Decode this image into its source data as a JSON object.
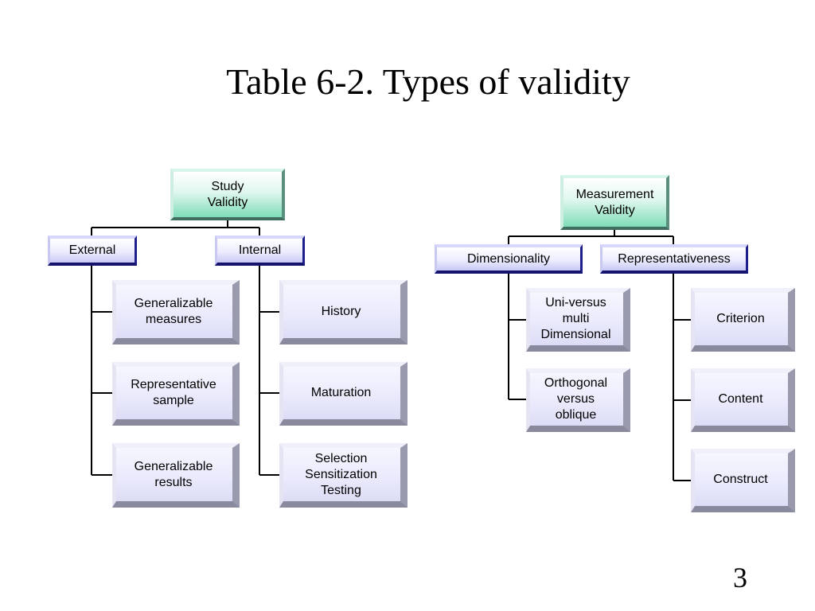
{
  "title": "Table 6-2. Types of validity",
  "slide_number": "3",
  "study_tree": {
    "root": "Study\nValidity",
    "external": {
      "label": "External",
      "items": [
        "Generalizable\nmeasures",
        "Representative\nsample",
        "Generalizable\nresults"
      ]
    },
    "internal": {
      "label": "Internal",
      "items": [
        "History",
        "Maturation",
        "Selection\nSensitization\nTesting"
      ]
    }
  },
  "measurement_tree": {
    "root": "Measurement\nValidity",
    "dimensionality": {
      "label": "Dimensionality",
      "items": [
        "Uni-versus\nmulti\nDimensional",
        "Orthogonal\nversus\noblique"
      ]
    },
    "representativeness": {
      "label": "Representativeness",
      "items": [
        "Criterion",
        "Content",
        "Construct"
      ]
    }
  }
}
